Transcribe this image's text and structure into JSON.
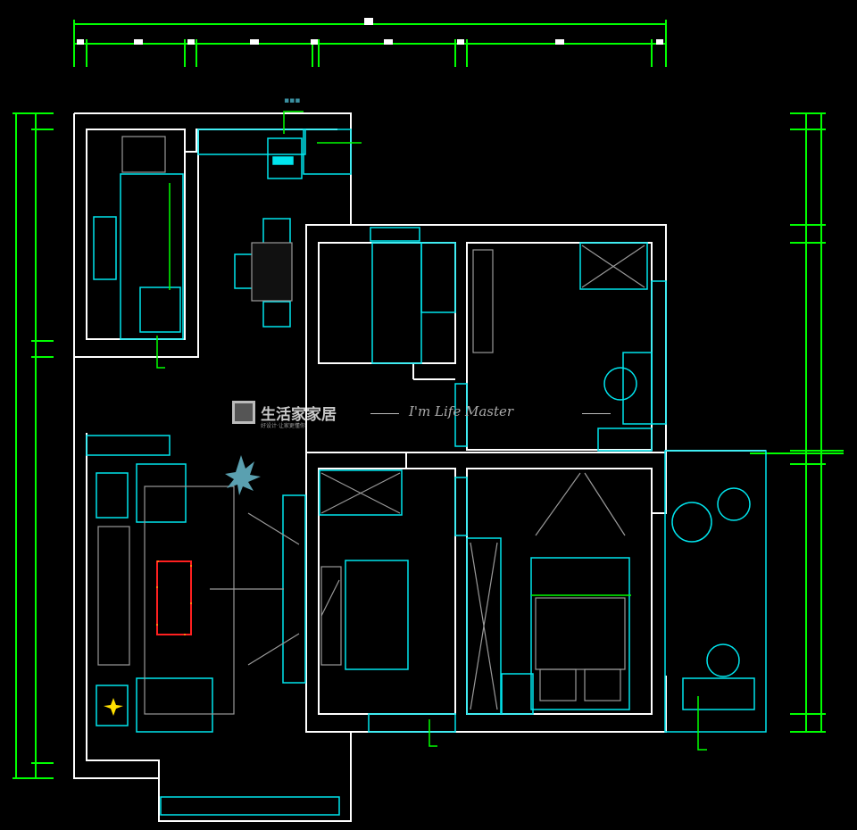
{
  "watermark": {
    "brand": "生活家家居",
    "tagline": "好设计·让家更懂你",
    "script": "I'm Life Master"
  },
  "colors": {
    "wall": "#ffffff",
    "furniture": "#00e5ee",
    "dimension": "#00ff00",
    "detail": "#9a9a9a",
    "highlight": "#ff2020",
    "label": "#3a8fa0"
  }
}
